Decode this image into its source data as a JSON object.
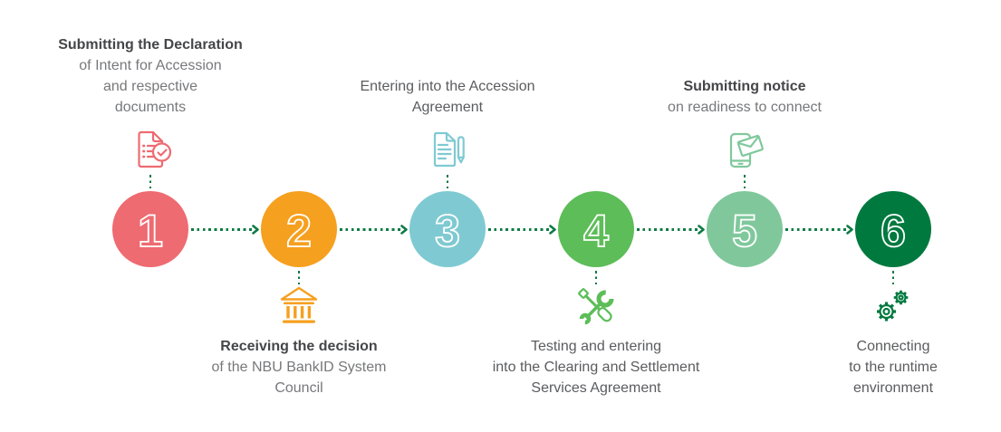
{
  "diagram": {
    "background_color": "#ffffff",
    "connector_color": "#0e7b45",
    "text_colors": {
      "strong": "#454649",
      "light": "#77787b",
      "mid": "#5b5c5f"
    },
    "steps": [
      {
        "number": "1",
        "circle_color": "#ee6b71",
        "icon": "document-check-icon",
        "icon_color": "#ee6b71",
        "label_position": "top",
        "lines": [
          "Submitting the Declaration",
          "of Intent for Accession",
          "and respective",
          "documents"
        ]
      },
      {
        "number": "2",
        "circle_color": "#f6a01f",
        "icon": "bank-icon",
        "icon_color": "#f6a01f",
        "label_position": "bottom",
        "lines": [
          "Receiving the decision",
          "of the NBU BankID System",
          "Council"
        ]
      },
      {
        "number": "3",
        "circle_color": "#7fcad2",
        "icon": "document-pen-icon",
        "icon_color": "#7fcad2",
        "label_position": "top",
        "lines": [
          "Entering into the Accession",
          "Agreement"
        ]
      },
      {
        "number": "4",
        "circle_color": "#5dbd58",
        "icon": "tools-icon",
        "icon_color": "#5dbd58",
        "label_position": "bottom",
        "lines": [
          "Testing and entering",
          "into the Clearing and Settlement",
          "Services Agreement"
        ]
      },
      {
        "number": "5",
        "circle_color": "#80c89c",
        "icon": "phone-envelope-icon",
        "icon_color": "#80c89c",
        "label_position": "top",
        "lines": [
          "Submitting notice",
          "on readiness to connect"
        ]
      },
      {
        "number": "6",
        "circle_color": "#00793f",
        "icon": "gears-icon",
        "icon_color": "#00793f",
        "label_position": "bottom",
        "lines": [
          "Connecting",
          "to the runtime",
          "environment"
        ]
      }
    ]
  }
}
